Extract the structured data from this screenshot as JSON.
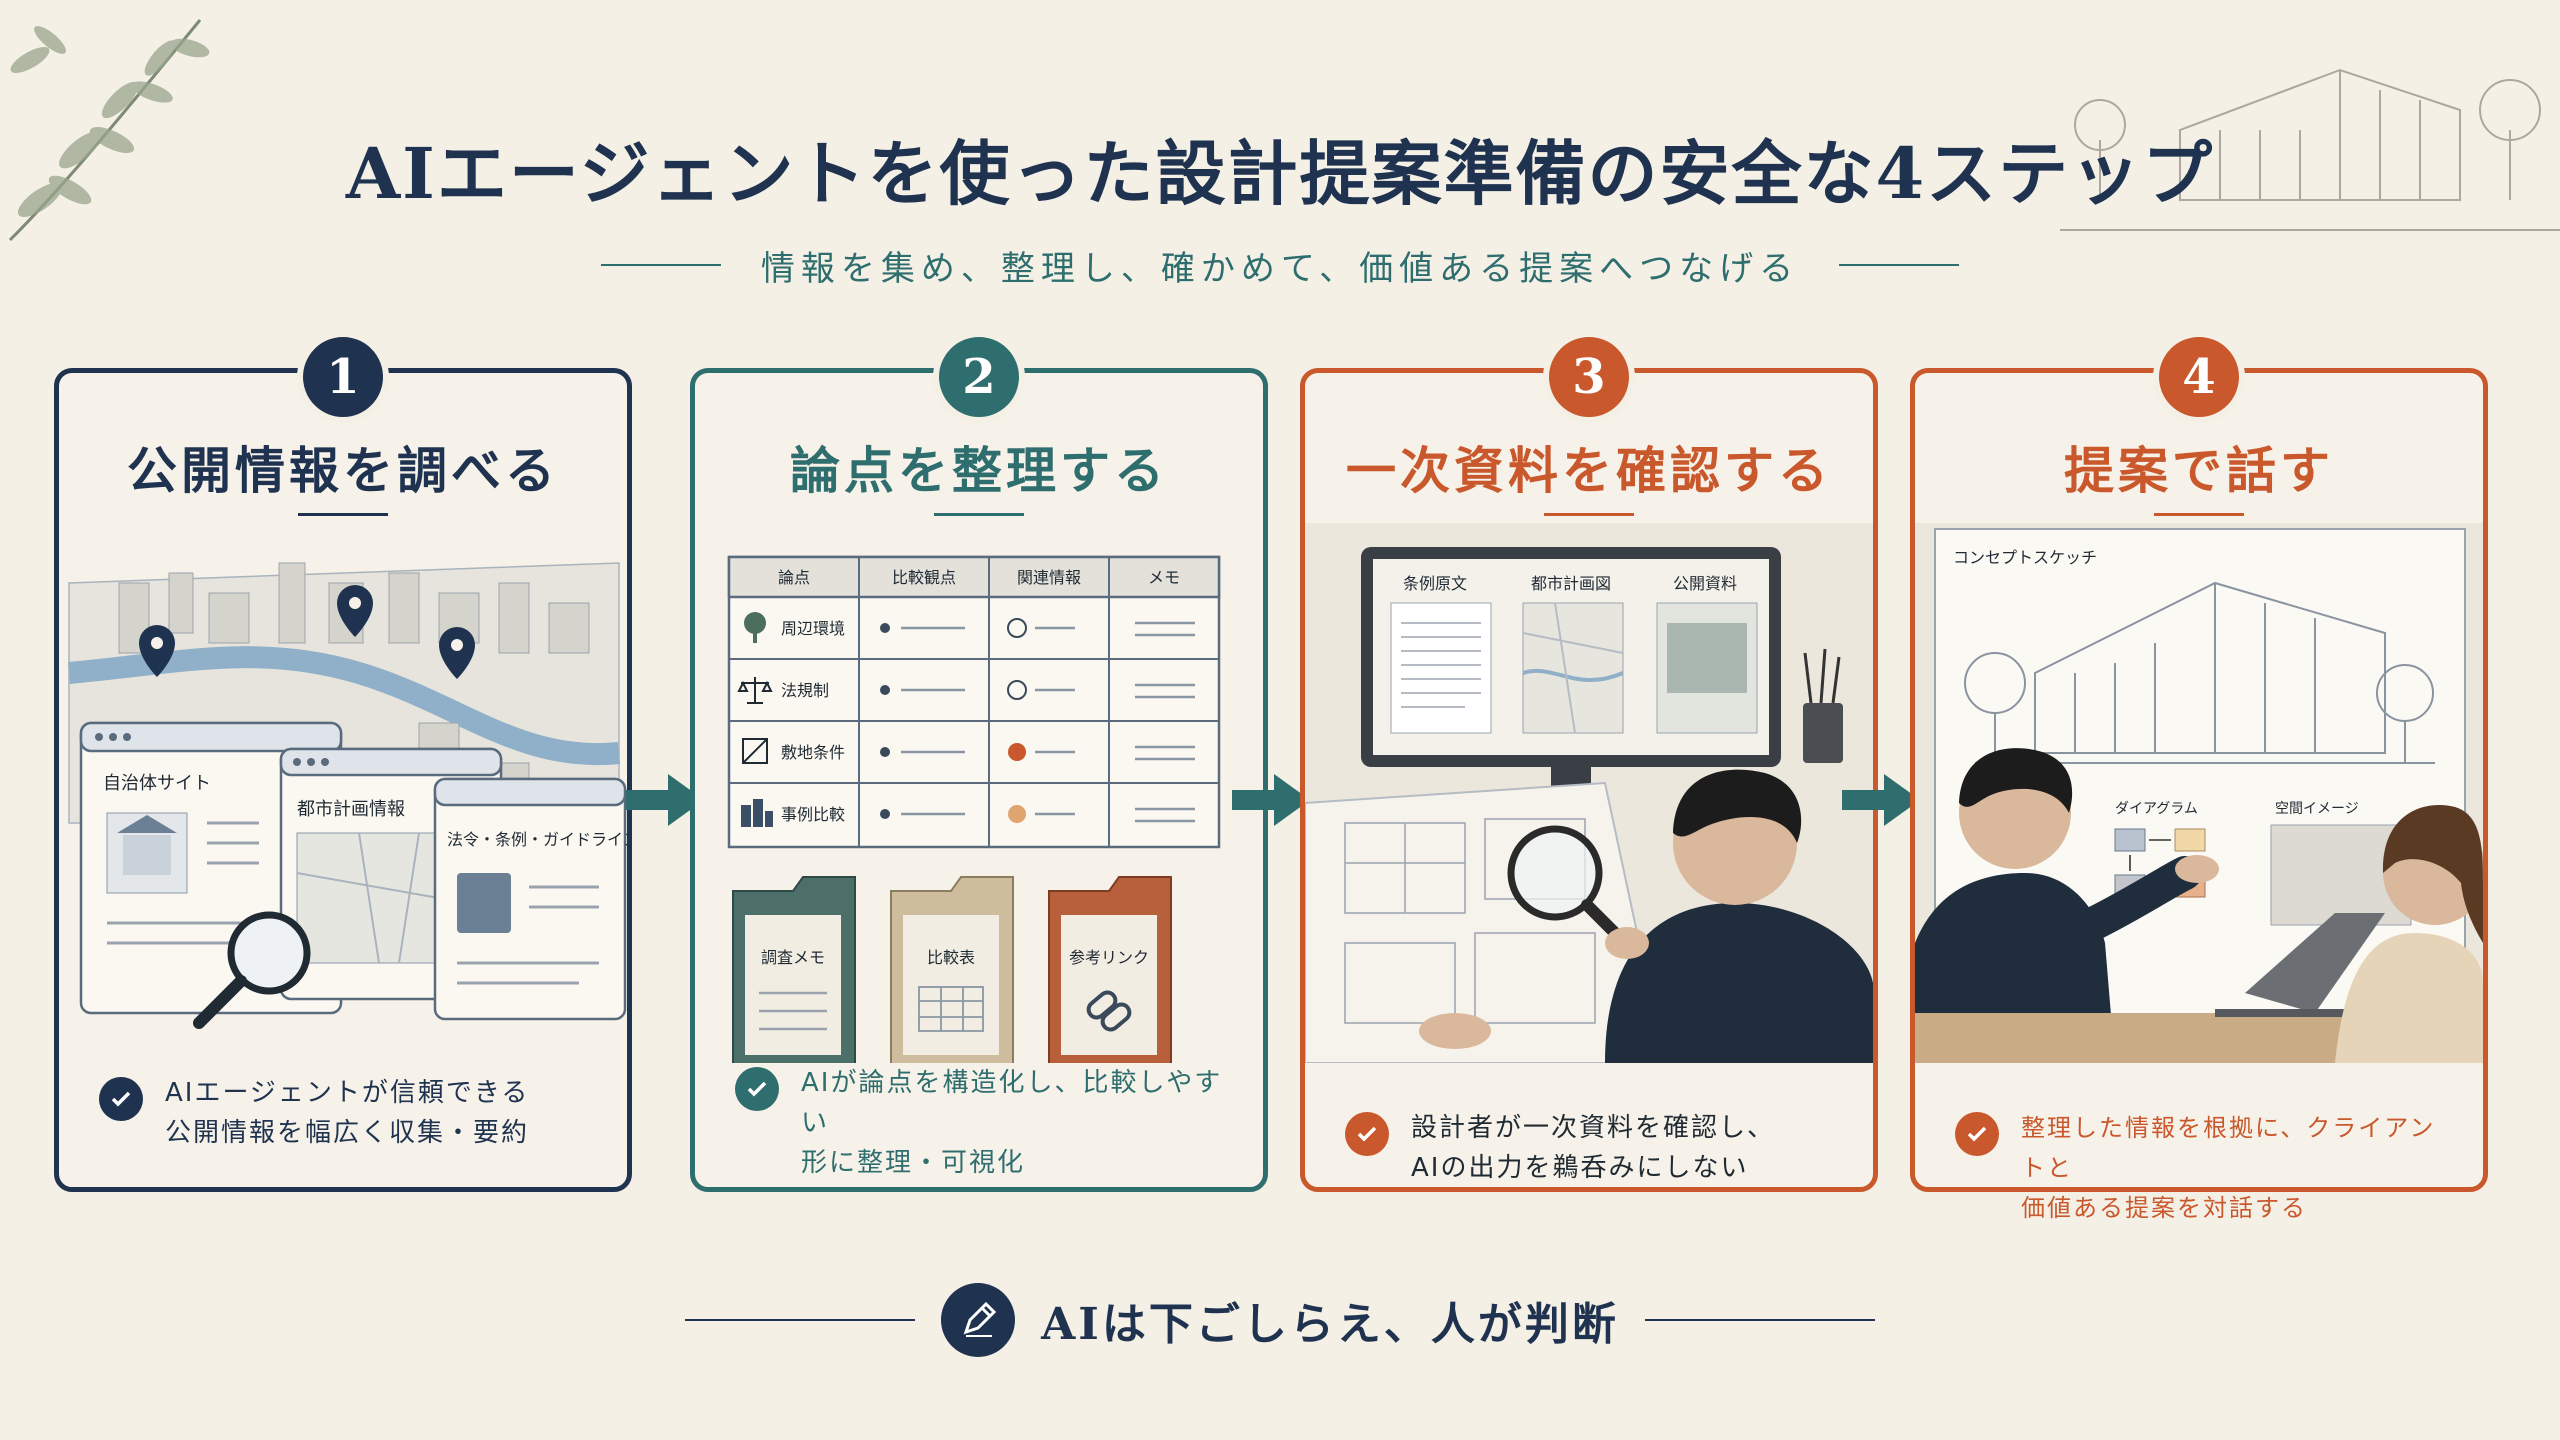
{
  "header": {
    "title": "AIエージェントを使った設計提案準備の安全な4ステップ",
    "subtitle": "情報を集め、整理し、確かめて、価値ある提案へつなげる"
  },
  "steps": [
    {
      "number": "1",
      "title": "公開情報を調べる",
      "windows": [
        "自治体サイト",
        "都市計画情報",
        "法令・条例・ガイドライン"
      ],
      "check_lines": [
        "AIエージェントが信頼できる",
        "公開情報を幅広く収集・要約"
      ]
    },
    {
      "number": "2",
      "title": "論点を整理する",
      "table_headers": [
        "論点",
        "比較観点",
        "関連情報",
        "メモ"
      ],
      "table_rows": [
        "周辺環境",
        "法規制",
        "敷地条件",
        "事例比較"
      ],
      "folders": [
        "調査メモ",
        "比較表",
        "参考リンク"
      ],
      "check_lines": [
        "AIが論点を構造化し、比較しやすい",
        "形に整理・可視化"
      ]
    },
    {
      "number": "3",
      "title": "一次資料を確認する",
      "monitor_panels": [
        "条例原文",
        "都市計画図",
        "公開資料"
      ],
      "check_lines": [
        "設計者が一次資料を確認し、",
        "AIの出力を鵜呑みにしない"
      ]
    },
    {
      "number": "4",
      "title": "提案で話す",
      "board_label": "コンセプトスケッチ",
      "board_panels": [
        "ダイアグラム",
        "空間イメージ"
      ],
      "check_lines": [
        "整理した情報を根拠に、クライアントと",
        "価値ある提案を対話する"
      ]
    }
  ],
  "footer": {
    "text": "AIは下ごしらえ、人が判断"
  },
  "colors": {
    "navy": "#1f3350",
    "teal": "#2f6e6e",
    "orange": "#c9582c",
    "background": "#f5f0e6"
  },
  "icons": [
    "leaf-branch-icon",
    "building-sketch-icon",
    "map-pin-icon",
    "magnifier-icon",
    "tree-icon",
    "scale-icon",
    "plot-icon",
    "buildings-icon",
    "link-icon",
    "check-icon",
    "arrow-right-icon",
    "pencil-icon"
  ]
}
